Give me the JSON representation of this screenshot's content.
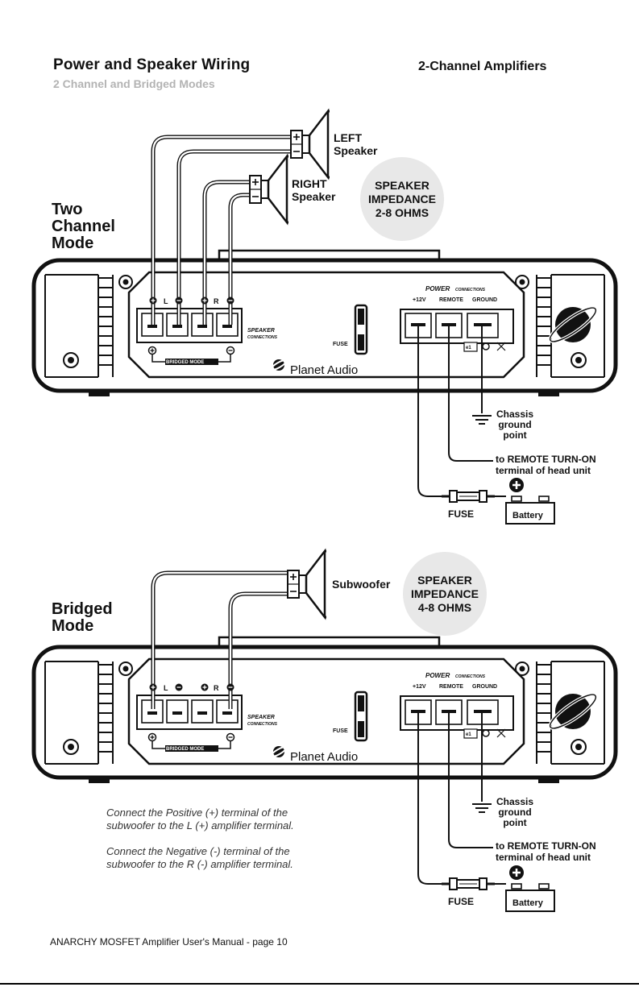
{
  "header": {
    "title": "Power and Speaker Wiring",
    "subtitle": "2 Channel and Bridged Modes",
    "right_title": "2-Channel Amplifiers"
  },
  "two_channel": {
    "mode_title": "Two\nChannel\nMode",
    "left_speaker_label": "LEFT\n  Speaker",
    "right_speaker_label": "RIGHT\nSpeaker",
    "impedance": "SPEAKER\nIMPEDANCE\n2-8 OHMS"
  },
  "bridged": {
    "mode_title": "Bridged\nMode",
    "sub_label": "Subwoofer",
    "impedance": "SPEAKER\nIMPEDANCE\n4-8 OHMS",
    "note": "Connect the Positive (+) terminal of the\nsubwoofer to the L (+) amplifier terminal.\n\nConnect the Negative (-) terminal of the\nsubwoofer to the R (-) amplifier terminal."
  },
  "amp": {
    "terminal_L": "L",
    "terminal_R": "R",
    "speaker_connections": "SPEAKER",
    "speaker_connections_sub": "CONNECTIONS",
    "bridged_mode": "BRIDGED MODE",
    "fuse": "FUSE",
    "power_connections": "POWER",
    "power_connections_sub": "CONNECTIONS",
    "plus12": "+12V",
    "remote": "REMOTE",
    "ground": "GROUND",
    "brand": "Planet Audio",
    "cert": "e1"
  },
  "wiring": {
    "chassis": "Chassis\nground\npoint",
    "remote_turn_on": "to REMOTE TURN-ON\nterminal of head unit",
    "fuse": "FUSE",
    "battery": "Battery"
  },
  "footer": "ANARCHY MOSFET Amplifier User's Manual - page 10"
}
